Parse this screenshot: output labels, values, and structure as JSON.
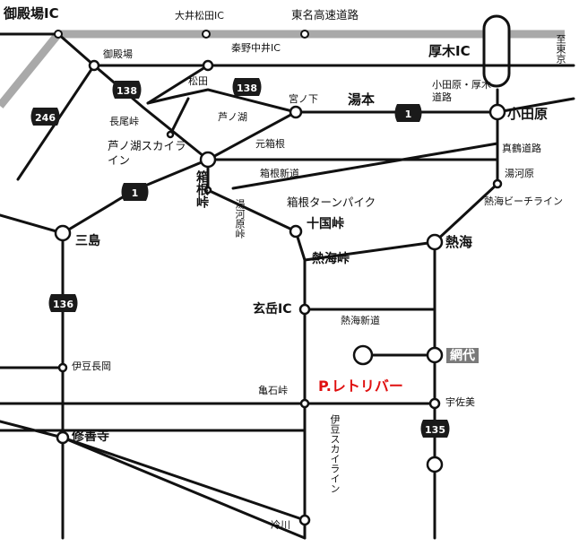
{
  "colors": {
    "road": "#111111",
    "expressway": "#a9a9a9",
    "destination": "#e01010",
    "tag_bg": "#7a7a7a",
    "shield": "#1a1a1a"
  },
  "labels": {
    "gotemba_ic": "御殿場IC",
    "oi_matsuda_ic": "大井松田IC",
    "tomei": "東名高速道路",
    "hadano_nakai_ic": "秦野中井IC",
    "atsugi_ic": "厚木IC",
    "to_tokyo": "至東京",
    "gotemba": "御殿場",
    "matsuda": "松田",
    "odawara_atsugi": "小田原・厚木道路",
    "nagaotoge": "長尾峠",
    "ashinoko": "芦ノ湖",
    "miyanoshita": "宮ノ下",
    "yumoto": "湯本",
    "odawara": "小田原",
    "ashinoko_skyline": "芦ノ湖スカイライン",
    "motohakone": "元箱根",
    "manazuru_road": "真鶴道路",
    "hakone_toge": "箱根峠",
    "hakone_shindo": "箱根新道",
    "yugawara": "湯河原",
    "hakone_turnpike": "箱根ターンパイク",
    "atami_beach_line": "熱海ビーチライン",
    "yugawara_toge": "湯河原峠",
    "jikkoku_toge": "十国峠",
    "mishima": "三島",
    "atami": "熱海",
    "atami_toge": "熱海峠",
    "gendake_ic": "玄岳IC",
    "atami_shindo": "熱海新道",
    "izu_nagaoka": "伊豆長岡",
    "ajiro": "網代",
    "kameishi_toge": "亀石峠",
    "destination": "P.レトリバー",
    "usami": "宇佐美",
    "shuzenji": "修善寺",
    "izu_skyline": "伊豆スカイライン",
    "hiekawa": "冷川"
  },
  "shields": {
    "r138_a": "138",
    "r138_b": "138",
    "r246": "246",
    "r1_a": "1",
    "r1_b": "1",
    "r136": "136",
    "r135": "135"
  }
}
